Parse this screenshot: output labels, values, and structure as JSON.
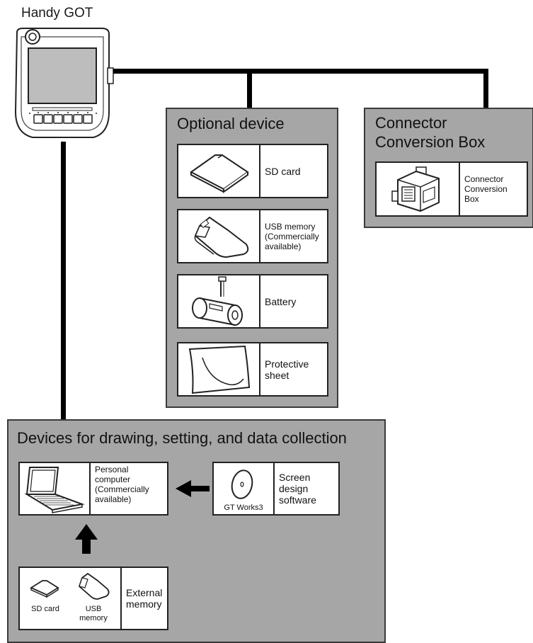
{
  "handy_got": {
    "title": "Handy GOT"
  },
  "optional_device": {
    "title": "Optional device",
    "items": [
      {
        "label": "SD card",
        "icon": "sd-card-icon"
      },
      {
        "label": "USB memory\n(Commercially\navailable)",
        "icon": "usb-memory-icon"
      },
      {
        "label": "Battery",
        "icon": "battery-icon"
      },
      {
        "label": "Protective\nsheet",
        "icon": "protective-sheet-icon"
      }
    ]
  },
  "connector_box": {
    "title": "Connector\nConversion Box",
    "item": {
      "label": "Connector\nConversion\nBox",
      "icon": "connector-conversion-box-icon"
    }
  },
  "drawing_devices": {
    "title": "Devices for drawing, setting, and data collection",
    "personal_computer": {
      "label": "Personal\ncomputer\n(Commercially\navailable)",
      "icon": "laptop-icon"
    },
    "screen_design": {
      "label": "Screen\ndesign\nsoftware",
      "caption": "GT Works3",
      "icon": "cd-rom-icon"
    },
    "external_memory": {
      "label": "External\nmemory",
      "sd_caption": "SD card",
      "usb_caption": "USB\nmemory"
    }
  }
}
